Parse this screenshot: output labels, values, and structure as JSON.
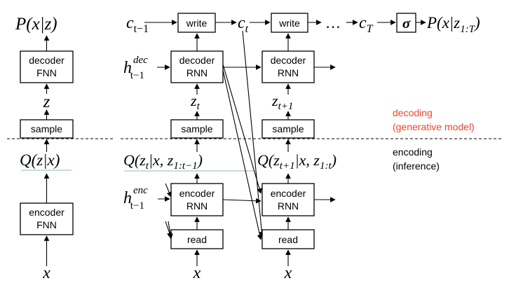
{
  "colors": {
    "decoding_label": "#e8482f",
    "encoding_label": "#000000",
    "box_stroke": "#000000",
    "q_underline": "#a9c4d8"
  },
  "vae_column": {
    "output_label": "P(x|z)",
    "decoder_box": [
      "decoder",
      "FNN"
    ],
    "latent_label": "z",
    "sample_box": "sample",
    "posterior_label": "Q(z|x)",
    "encoder_box": [
      "encoder",
      "FNN"
    ],
    "input_label": "x"
  },
  "draw_step_t": {
    "canvas_prev": "c",
    "canvas_prev_sub": "t−1",
    "write_box": "write",
    "canvas_curr": "c",
    "canvas_curr_sub": "t",
    "dec_state": "h",
    "dec_state_sup": "dec",
    "dec_state_sub": "t−1",
    "decoder_box": [
      "decoder",
      "RNN"
    ],
    "latent": "z",
    "latent_sub": "t",
    "sample_box": "sample",
    "posterior": "Q(z",
    "posterior_sub": "t",
    "posterior_rest": "|x, z",
    "posterior_rest_sub": "1:t−1",
    "posterior_close": ")",
    "enc_state": "h",
    "enc_state_sup": "enc",
    "enc_state_sub": "t−1",
    "encoder_box": [
      "encoder",
      "RNN"
    ],
    "read_box": "read",
    "input_label": "x"
  },
  "draw_step_t1": {
    "write_box": "write",
    "ellipsis": "…",
    "canvas_final": "c",
    "canvas_final_sub": "T",
    "sigma_box": "σ",
    "output": "P(x|z",
    "output_sub": "1:T",
    "output_close": ")",
    "decoder_box": [
      "decoder",
      "RNN"
    ],
    "latent": "z",
    "latent_sub": "t+1",
    "sample_box": "sample",
    "posterior": "Q(z",
    "posterior_sub": "t+1",
    "posterior_rest": "|x, z",
    "posterior_rest_sub": "1:t",
    "posterior_close": ")",
    "encoder_box": [
      "encoder",
      "RNN"
    ],
    "read_box": "read",
    "input_label": "x"
  },
  "legend": {
    "decoding": [
      "decoding",
      "(generative model)"
    ],
    "encoding": [
      "encoding",
      "(inference)"
    ]
  }
}
